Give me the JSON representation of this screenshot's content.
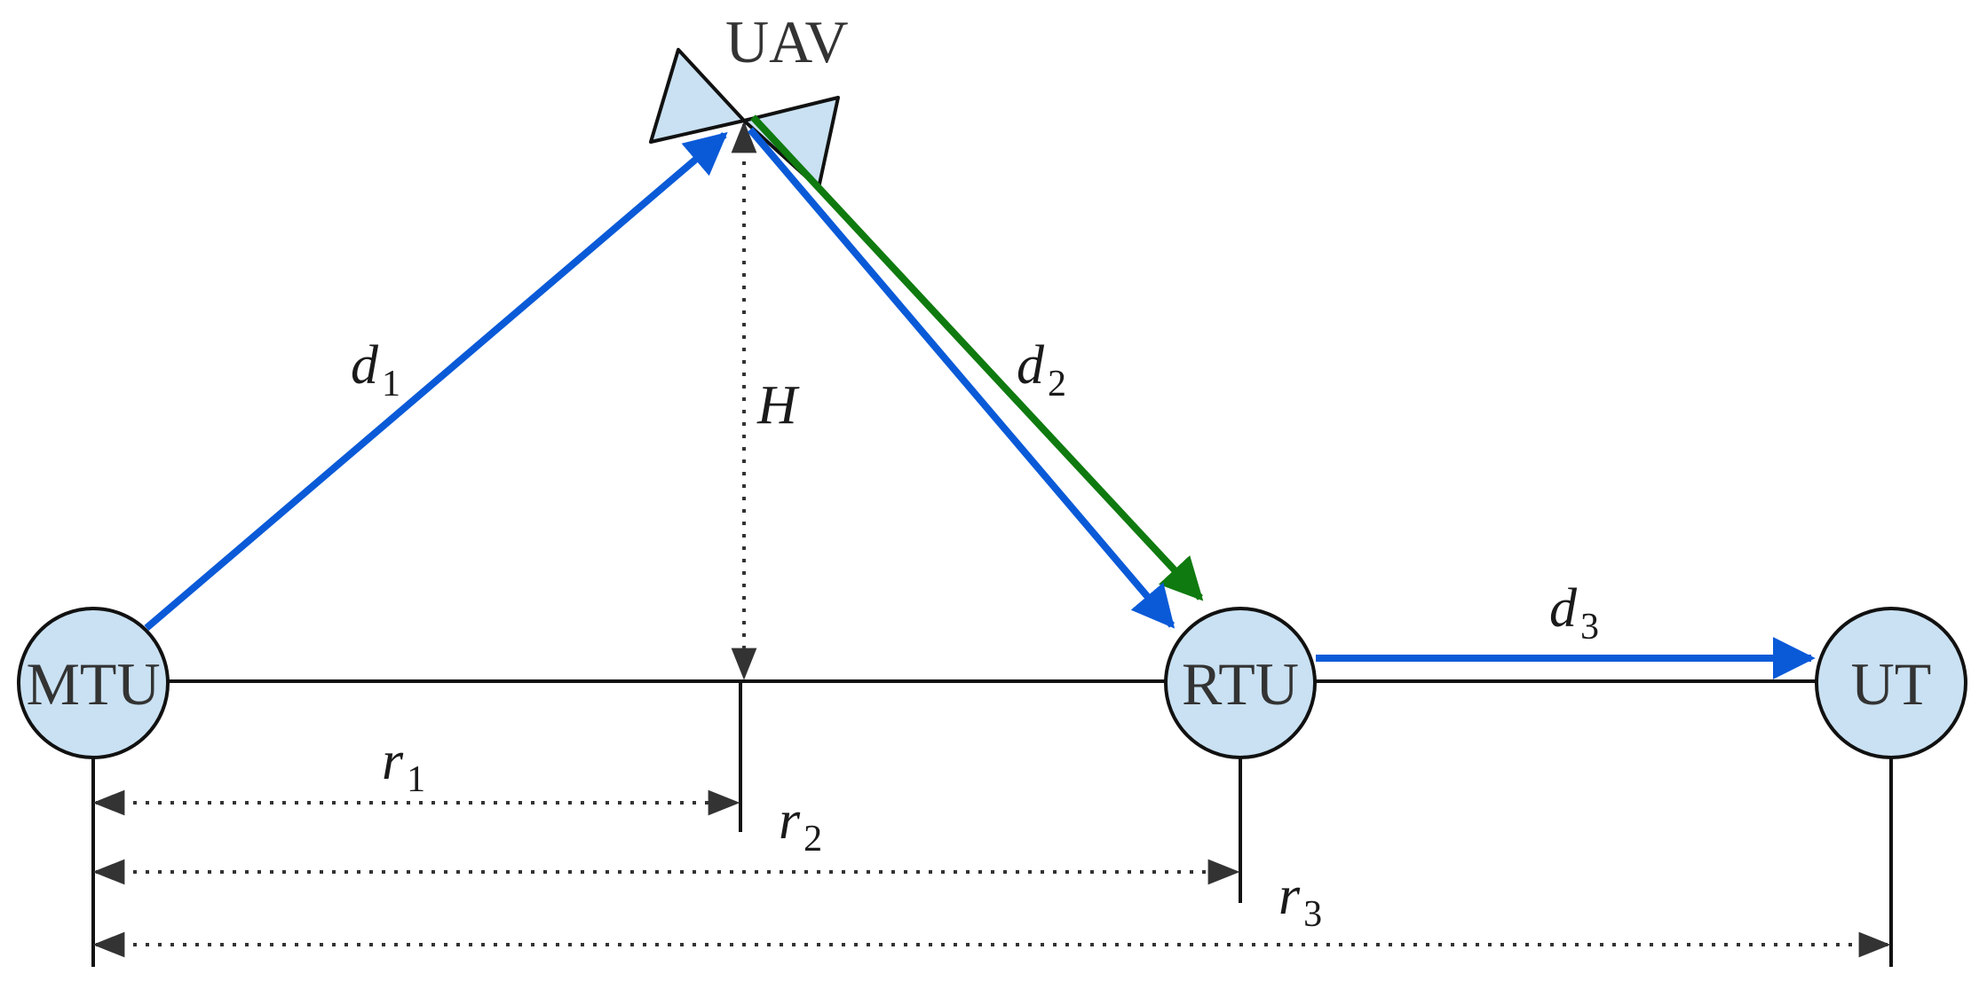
{
  "colors": {
    "node_fill": "#c9e1f2",
    "link_blue": "#0a5ad8",
    "link_green": "#0f7a0f",
    "stroke": "#111111",
    "dim": "#333333"
  },
  "uav": {
    "label": "UAV"
  },
  "nodes": {
    "mtu": "MTU",
    "rtu": "RTU",
    "ut": "UT"
  },
  "labels": {
    "d1": {
      "main": "d",
      "sub": "1"
    },
    "d2": {
      "main": "d",
      "sub": "2"
    },
    "d3": {
      "main": "d",
      "sub": "3"
    },
    "h": "H",
    "r1": {
      "main": "r",
      "sub": "1"
    },
    "r2": {
      "main": "r",
      "sub": "2"
    },
    "r3": {
      "main": "r",
      "sub": "3"
    }
  }
}
